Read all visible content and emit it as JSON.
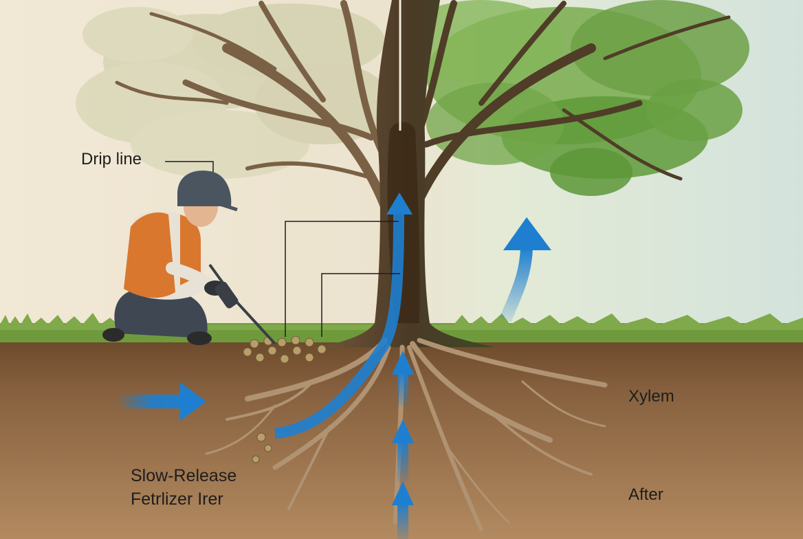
{
  "labels": {
    "drip_line": "Drip line",
    "xylem": "Xylem",
    "after": "After",
    "fertilizer_line1": "Slow-Release",
    "fertilizer_line2": "Fetrlizer Irer"
  },
  "colors": {
    "sky_before": "#efe6d2",
    "sky_after": "#dce8d6",
    "soil": "#8a6440",
    "grass": "#6e9a3c",
    "bark": "#6b5236",
    "root": "#b09372",
    "flow_arrow": "#1e7fd0",
    "leaf_before": "#c9cba4",
    "leaf_after": "#5f9a3a",
    "vest": "#d9772e",
    "helmet": "#4a5560"
  }
}
